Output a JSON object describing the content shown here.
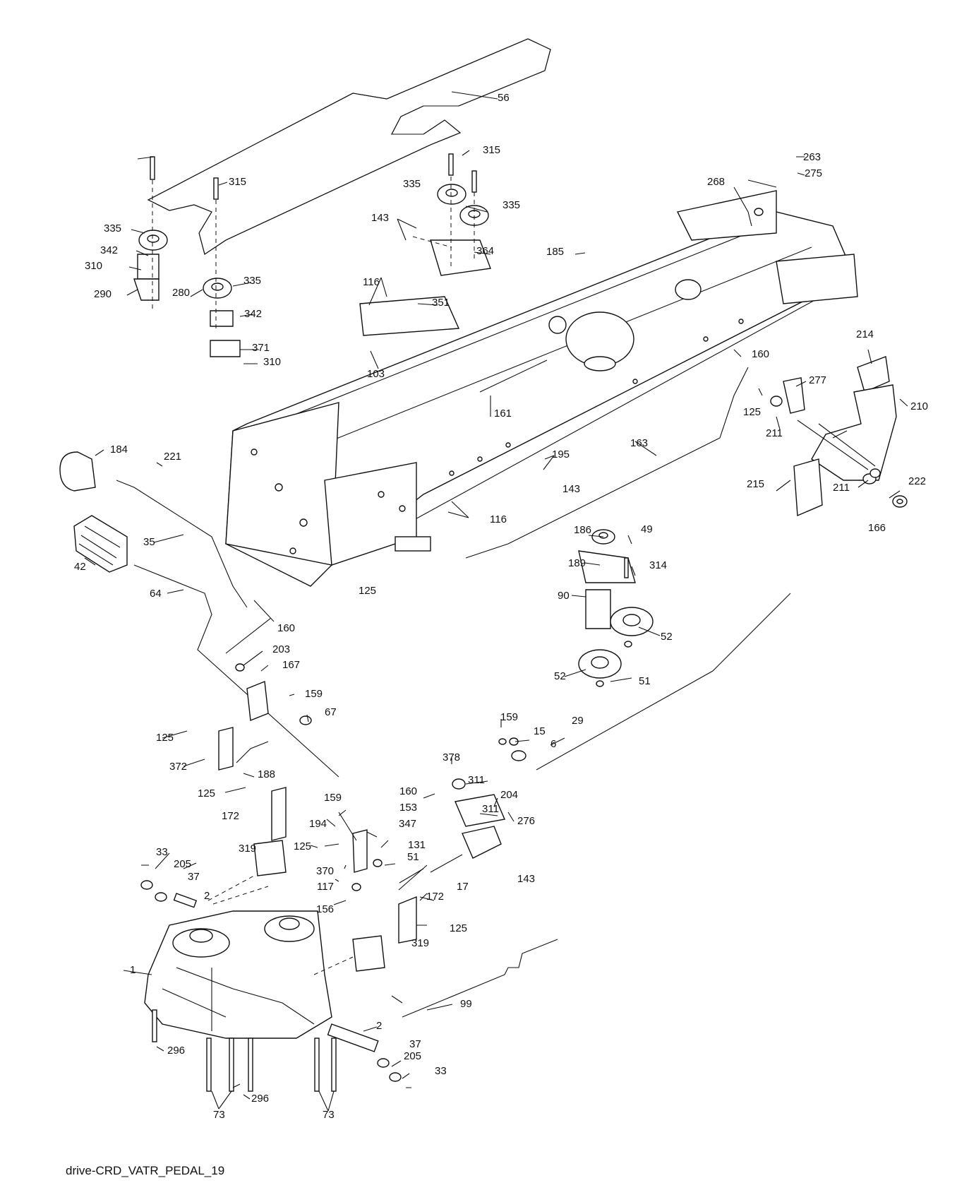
{
  "caption": "drive-CRD_VATR_PEDAL_19",
  "callouts": [
    {
      "id": "c56",
      "text": "56"
    },
    {
      "id": "c315a",
      "text": "315"
    },
    {
      "id": "c315b",
      "text": "315"
    },
    {
      "id": "c335a",
      "text": "335"
    },
    {
      "id": "c335b",
      "text": "335"
    },
    {
      "id": "c335c",
      "text": "335"
    },
    {
      "id": "c335d",
      "text": "335"
    },
    {
      "id": "c342a",
      "text": "342"
    },
    {
      "id": "c342b",
      "text": "342"
    },
    {
      "id": "c310a",
      "text": "310"
    },
    {
      "id": "c310b",
      "text": "310"
    },
    {
      "id": "c290",
      "text": "290"
    },
    {
      "id": "c280",
      "text": "280"
    },
    {
      "id": "c371",
      "text": "371"
    },
    {
      "id": "c143a",
      "text": "143"
    },
    {
      "id": "c143b",
      "text": "143"
    },
    {
      "id": "c143c",
      "text": "143"
    },
    {
      "id": "c364",
      "text": "364"
    },
    {
      "id": "c185",
      "text": "185"
    },
    {
      "id": "c268",
      "text": "268"
    },
    {
      "id": "c263",
      "text": "263"
    },
    {
      "id": "c275",
      "text": "275"
    },
    {
      "id": "c116a",
      "text": "116"
    },
    {
      "id": "c116b",
      "text": "116"
    },
    {
      "id": "c351",
      "text": "351"
    },
    {
      "id": "c103",
      "text": "103"
    },
    {
      "id": "c161",
      "text": "161"
    },
    {
      "id": "c160a",
      "text": "160"
    },
    {
      "id": "c160b",
      "text": "160"
    },
    {
      "id": "c160c",
      "text": "160"
    },
    {
      "id": "c214",
      "text": "214"
    },
    {
      "id": "c210",
      "text": "210"
    },
    {
      "id": "c277",
      "text": "277"
    },
    {
      "id": "c125a",
      "text": "125"
    },
    {
      "id": "c125b",
      "text": "125"
    },
    {
      "id": "c125c",
      "text": "125"
    },
    {
      "id": "c125d",
      "text": "125"
    },
    {
      "id": "c125e",
      "text": "125"
    },
    {
      "id": "c125f",
      "text": "125"
    },
    {
      "id": "c211a",
      "text": "211"
    },
    {
      "id": "c211b",
      "text": "211"
    },
    {
      "id": "c163",
      "text": "163"
    },
    {
      "id": "c184",
      "text": "184"
    },
    {
      "id": "c221",
      "text": "221"
    },
    {
      "id": "c195",
      "text": "195"
    },
    {
      "id": "c215",
      "text": "215"
    },
    {
      "id": "c222",
      "text": "222"
    },
    {
      "id": "c166",
      "text": "166"
    },
    {
      "id": "c35",
      "text": "35"
    },
    {
      "id": "c42",
      "text": "42"
    },
    {
      "id": "c186",
      "text": "186"
    },
    {
      "id": "c49",
      "text": "49"
    },
    {
      "id": "c189",
      "text": "189"
    },
    {
      "id": "c314",
      "text": "314"
    },
    {
      "id": "c90",
      "text": "90"
    },
    {
      "id": "c52a",
      "text": "52"
    },
    {
      "id": "c52b",
      "text": "52"
    },
    {
      "id": "c51a",
      "text": "51"
    },
    {
      "id": "c51b",
      "text": "51"
    },
    {
      "id": "c64",
      "text": "64"
    },
    {
      "id": "c203",
      "text": "203"
    },
    {
      "id": "c167",
      "text": "167"
    },
    {
      "id": "c159a",
      "text": "159"
    },
    {
      "id": "c159b",
      "text": "159"
    },
    {
      "id": "c159c",
      "text": "159"
    },
    {
      "id": "c67",
      "text": "67"
    },
    {
      "id": "c15",
      "text": "15"
    },
    {
      "id": "c29",
      "text": "29"
    },
    {
      "id": "c6",
      "text": "6"
    },
    {
      "id": "c372",
      "text": "372"
    },
    {
      "id": "c188",
      "text": "188"
    },
    {
      "id": "c378",
      "text": "378"
    },
    {
      "id": "c311a",
      "text": "311"
    },
    {
      "id": "c311b",
      "text": "311"
    },
    {
      "id": "c204",
      "text": "204"
    },
    {
      "id": "c153",
      "text": "153"
    },
    {
      "id": "c172a",
      "text": "172"
    },
    {
      "id": "c172b",
      "text": "172"
    },
    {
      "id": "c194",
      "text": "194"
    },
    {
      "id": "c347",
      "text": "347"
    },
    {
      "id": "c276",
      "text": "276"
    },
    {
      "id": "c131",
      "text": "131"
    },
    {
      "id": "c319a",
      "text": "319"
    },
    {
      "id": "c319b",
      "text": "319"
    },
    {
      "id": "c33a",
      "text": "33"
    },
    {
      "id": "c33b",
      "text": "33"
    },
    {
      "id": "c205a",
      "text": "205"
    },
    {
      "id": "c205b",
      "text": "205"
    },
    {
      "id": "c37a",
      "text": "37"
    },
    {
      "id": "c37b",
      "text": "37"
    },
    {
      "id": "c370",
      "text": "370"
    },
    {
      "id": "c2a",
      "text": "2"
    },
    {
      "id": "c2b",
      "text": "2"
    },
    {
      "id": "c17",
      "text": "17"
    },
    {
      "id": "c117",
      "text": "117"
    },
    {
      "id": "c156",
      "text": "156"
    },
    {
      "id": "c1",
      "text": "1"
    },
    {
      "id": "c99",
      "text": "99"
    },
    {
      "id": "c296a",
      "text": "296"
    },
    {
      "id": "c296b",
      "text": "296"
    },
    {
      "id": "c73a",
      "text": "73"
    },
    {
      "id": "c73b",
      "text": "73"
    }
  ]
}
